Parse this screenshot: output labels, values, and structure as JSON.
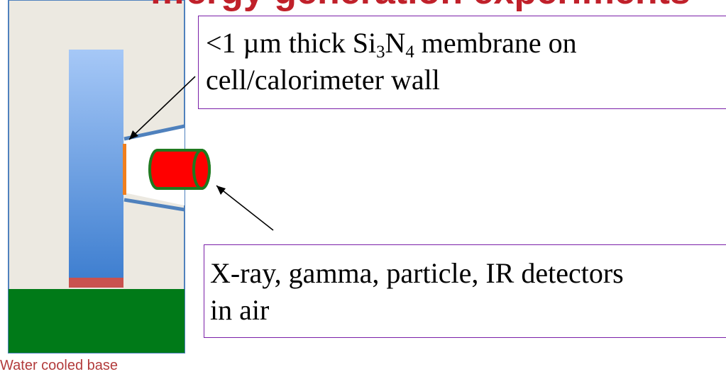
{
  "title_fragment": "…ergy generation experiments",
  "membrane_callout": {
    "prefix": "<1 µm thick Si",
    "sub1": "3",
    "mid": "N",
    "sub2": "4",
    "suffix": " membrane on",
    "line2": "cell/calorimeter wall"
  },
  "detector_callout": {
    "line1": "X-ray, gamma, particle, IR detectors",
    "line2": "in air"
  },
  "base_caption": "Water cooled base",
  "colors": {
    "housing": "#ece9e1",
    "electrode_top": "#a6c8f7",
    "electrode_bottom": "#3f7fd0",
    "electrode_tip": "#c9524f",
    "base": "#007a18",
    "membrane": "#f07f1e",
    "detector": "#ff0000",
    "detector_outline": "#1f7a1f",
    "callout_border": "#7a1fa8",
    "outline": "#4f81bd"
  }
}
